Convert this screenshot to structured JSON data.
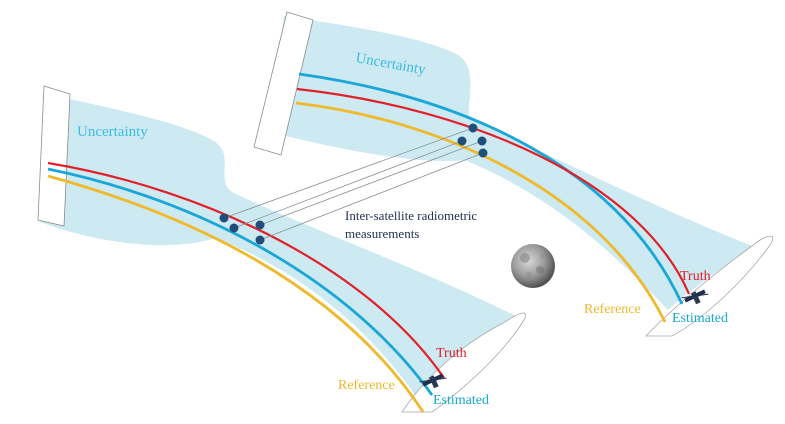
{
  "colors": {
    "uncertainty_fill": "#cde9f2",
    "uncertainty_text": "#3bbde3",
    "truth": "#e0202a",
    "estimated": "#1aa6d6",
    "reference": "#f0b92b",
    "measurement_node": "#1f4e79",
    "measurement_line": "#8a8f96",
    "label_dark": "#1f2f4f"
  },
  "left_group": {
    "uncertainty_label": "Uncertainty",
    "truth_label": "Truth",
    "estimated_label": "Estimated",
    "reference_label": "Reference"
  },
  "right_group": {
    "uncertainty_label": "Uncertainty",
    "truth_label": "Truth",
    "estimated_label": "Estimated",
    "reference_label": "Reference"
  },
  "measurement_label_line1": "Inter-satellite radiometric",
  "measurement_label_line2": "measurements",
  "icons": {
    "spacecraft": "satellite-icon",
    "central_body": "moon-icon"
  }
}
